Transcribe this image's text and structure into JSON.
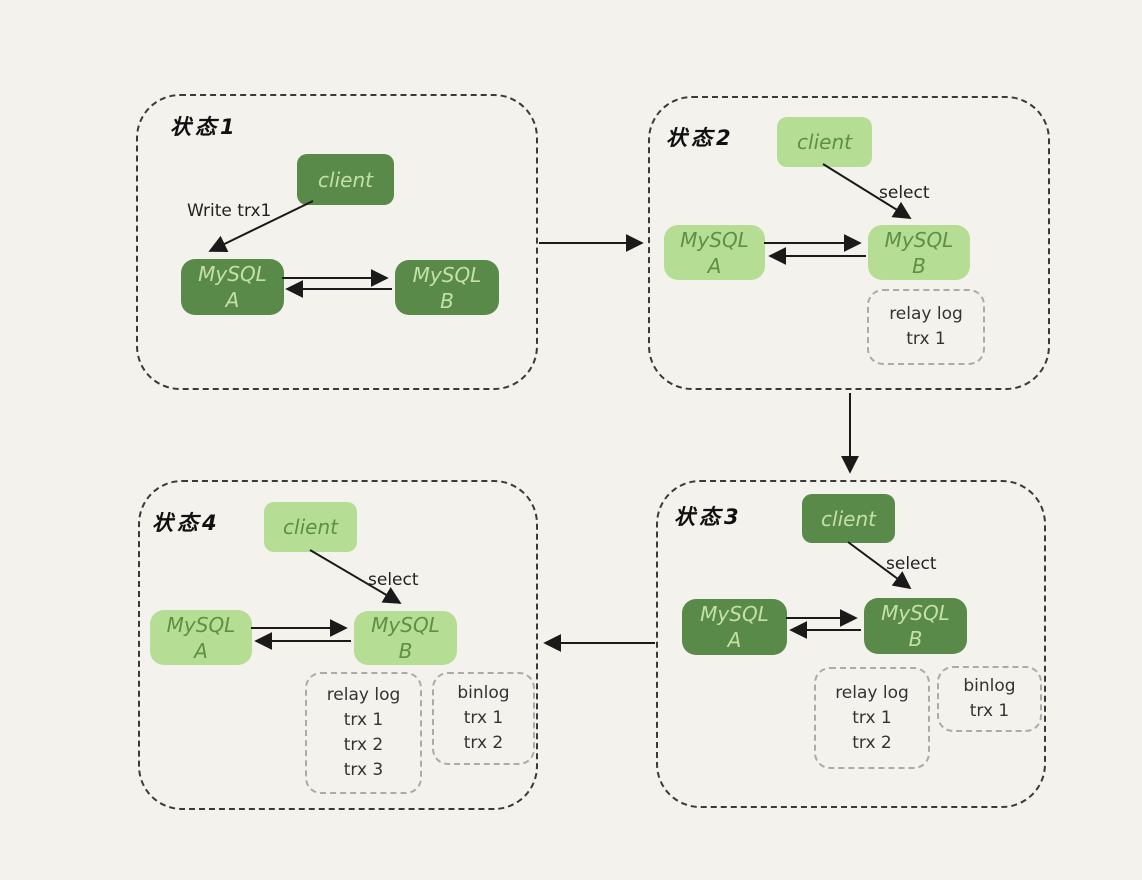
{
  "colors": {
    "background": "#f4f2ec",
    "dark_green": "#5a8a4a",
    "dark_green_text": "#c3e0a8",
    "light_green": "#b6dd94",
    "light_green_text": "#5d9044",
    "arrow": "#1a1a1a",
    "panel_border": "#3a3a3a",
    "log_border": "#ababab",
    "log_text": "#333333"
  },
  "panels": [
    {
      "title": "状态1",
      "client": {
        "label": "client",
        "variant": "dark"
      },
      "client_arrow_label": "Write trx1",
      "mysql_a": {
        "line1": "MySQL",
        "line2": "A",
        "variant": "dark"
      },
      "mysql_b": {
        "line1": "MySQL",
        "line2": "B",
        "variant": "dark"
      },
      "logs": []
    },
    {
      "title": "状态2",
      "client": {
        "label": "client",
        "variant": "light"
      },
      "client_arrow_label": "select",
      "mysql_a": {
        "line1": "MySQL",
        "line2": "A",
        "variant": "light"
      },
      "mysql_b": {
        "line1": "MySQL",
        "line2": "B",
        "variant": "light"
      },
      "logs": [
        {
          "title": "relay log",
          "entries": [
            "trx 1"
          ]
        }
      ]
    },
    {
      "title": "状态3",
      "client": {
        "label": "client",
        "variant": "dark"
      },
      "client_arrow_label": "select",
      "mysql_a": {
        "line1": "MySQL",
        "line2": "A",
        "variant": "dark"
      },
      "mysql_b": {
        "line1": "MySQL",
        "line2": "B",
        "variant": "dark"
      },
      "logs": [
        {
          "title": "relay log",
          "entries": [
            "trx 1",
            "trx 2"
          ]
        },
        {
          "title": "binlog",
          "entries": [
            "trx 1"
          ]
        }
      ]
    },
    {
      "title": "状态4",
      "client": {
        "label": "client",
        "variant": "light"
      },
      "client_arrow_label": "select",
      "mysql_a": {
        "line1": "MySQL",
        "line2": "A",
        "variant": "light"
      },
      "mysql_b": {
        "line1": "MySQL",
        "line2": "B",
        "variant": "light"
      },
      "logs": [
        {
          "title": "relay log",
          "entries": [
            "trx 1",
            "trx 2",
            "trx 3"
          ]
        },
        {
          "title": "binlog",
          "entries": [
            "trx 1",
            "trx 2"
          ]
        }
      ]
    }
  ]
}
